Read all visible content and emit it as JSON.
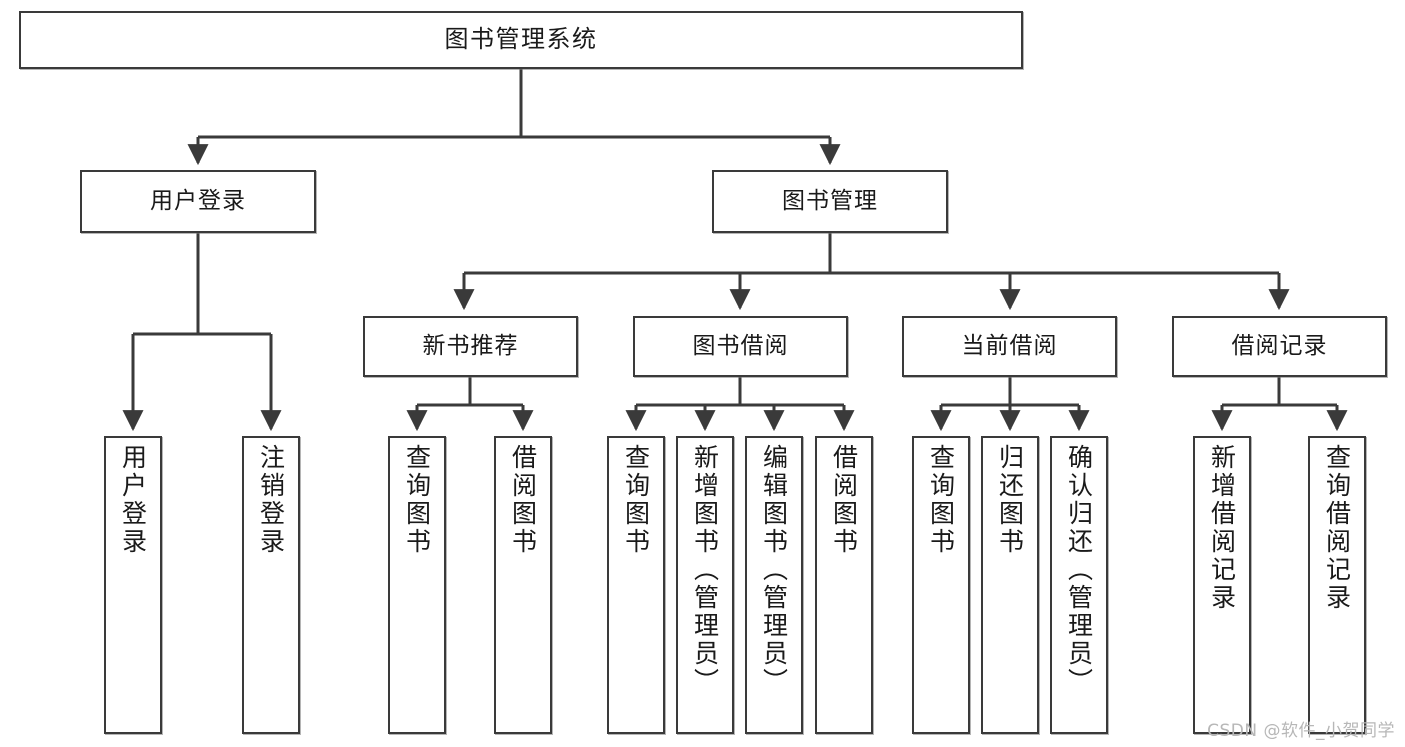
{
  "diagram": {
    "title": "图书管理系统",
    "type": "tree-hierarchy",
    "watermark": "CSDN @软件_小贺同学",
    "style": {
      "background": "#ffffff",
      "box_border": "#3a3a3a",
      "box_fill": "#ffffff",
      "connector": "#3a3a3a",
      "text": "#1a1a1a",
      "watermark_color": "#b7b7b7"
    },
    "nodes": {
      "root": {
        "label": "图书管理系统",
        "level": 1,
        "orientation": "horizontal"
      },
      "user_login": {
        "label": "用户登录",
        "level": 2,
        "orientation": "horizontal"
      },
      "book_manage": {
        "label": "图书管理",
        "level": 2,
        "orientation": "horizontal"
      },
      "new_book_rec": {
        "label": "新书推荐",
        "level": 3,
        "orientation": "horizontal"
      },
      "book_borrow": {
        "label": "图书借阅",
        "level": 3,
        "orientation": "horizontal"
      },
      "current_borrow": {
        "label": "当前借阅",
        "level": 3,
        "orientation": "horizontal"
      },
      "borrow_record": {
        "label": "借阅记录",
        "level": 3,
        "orientation": "horizontal"
      },
      "leaf_1": {
        "label": "用户登录",
        "level": 4,
        "orientation": "vertical",
        "parent": "用户登录"
      },
      "leaf_2": {
        "label": "注销登录",
        "level": 4,
        "orientation": "vertical",
        "parent": "用户登录"
      },
      "leaf_3": {
        "label": "查询图书",
        "level": 4,
        "orientation": "vertical",
        "parent": "新书推荐"
      },
      "leaf_4": {
        "label": "借阅图书",
        "level": 4,
        "orientation": "vertical",
        "parent": "新书推荐"
      },
      "leaf_5": {
        "label": "查询图书",
        "level": 4,
        "orientation": "vertical",
        "parent": "图书借阅"
      },
      "leaf_6": {
        "label": "新增图书（管理员）",
        "level": 4,
        "orientation": "vertical",
        "parent": "图书借阅"
      },
      "leaf_7": {
        "label": "编辑图书（管理员）",
        "level": 4,
        "orientation": "vertical",
        "parent": "图书借阅"
      },
      "leaf_8": {
        "label": "借阅图书",
        "level": 4,
        "orientation": "vertical",
        "parent": "图书借阅"
      },
      "leaf_9": {
        "label": "查询图书",
        "level": 4,
        "orientation": "vertical",
        "parent": "当前借阅"
      },
      "leaf_10": {
        "label": "归还图书",
        "level": 4,
        "orientation": "vertical",
        "parent": "当前借阅"
      },
      "leaf_11": {
        "label": "确认归还（管理员）",
        "level": 4,
        "orientation": "vertical",
        "parent": "当前借阅"
      },
      "leaf_12": {
        "label": "新增借阅记录",
        "level": 4,
        "orientation": "vertical",
        "parent": "借阅记录"
      },
      "leaf_13": {
        "label": "查询借阅记录",
        "level": 4,
        "orientation": "vertical",
        "parent": "借阅记录"
      }
    }
  }
}
